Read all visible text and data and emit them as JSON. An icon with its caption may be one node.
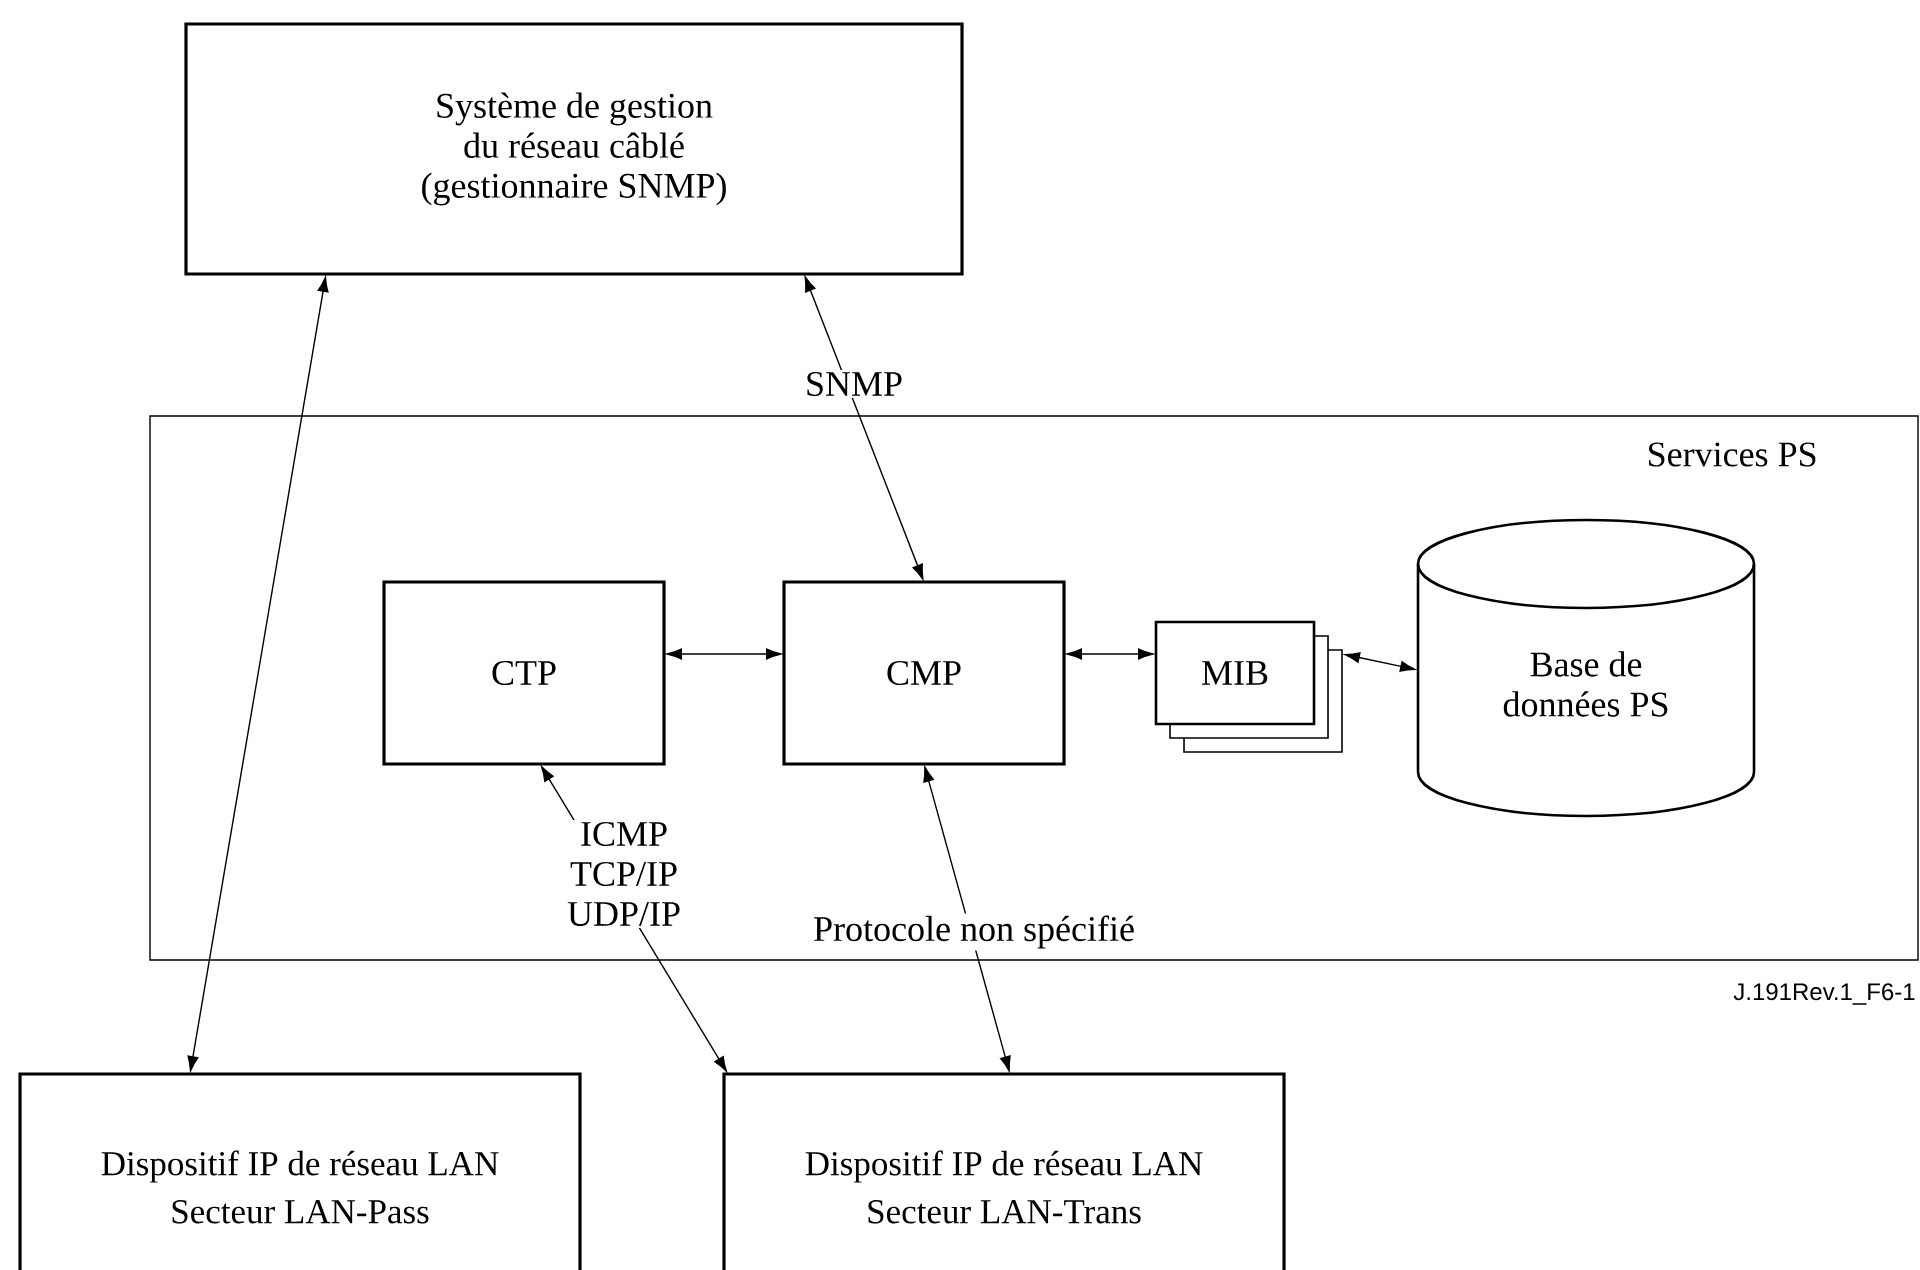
{
  "diagram": {
    "nodes": [
      {
        "text": [
          "Système de gestion du réseau câblé (gestionnaire SNMP)"
        ]
      },
      {
        "text": [
          "Services PS"
        ]
      },
      {
        "text": [
          "CTP"
        ],
        "in": 1
      },
      {
        "text": [
          "CMP"
        ],
        "in": 1
      },
      {
        "text": [
          "MIB"
        ],
        "in": 1
      },
      {
        "text": [
          "Base de données PS"
        ],
        "in": 1
      },
      {
        "text": [
          "Dispositif IP de réseau LAN Secteur LAN-Pass"
        ]
      },
      {
        "text": [
          "Dispositif IP de réseau LAN Secteur LAN-Trans"
        ]
      }
    ],
    "edges": [
      {
        "from": 0,
        "to": 6,
        "arrow": "both"
      },
      {
        "from": 0,
        "to": 3,
        "arrow": "both",
        "label": "SNMP"
      },
      {
        "from": 2,
        "to": 3,
        "arrow": "both"
      },
      {
        "from": 3,
        "to": 4,
        "arrow": "both"
      },
      {
        "from": 4,
        "to": 5,
        "arrow": "both"
      },
      {
        "from": 2,
        "to": 7,
        "arrow": "both",
        "label": "ICMP TCP/IP UDP/IP"
      },
      {
        "from": 3,
        "to": 7,
        "arrow": "both",
        "label": "Protocole non spécifié"
      }
    ],
    "labels": [
      "J.191Rev.1_F6-1"
    ]
  }
}
